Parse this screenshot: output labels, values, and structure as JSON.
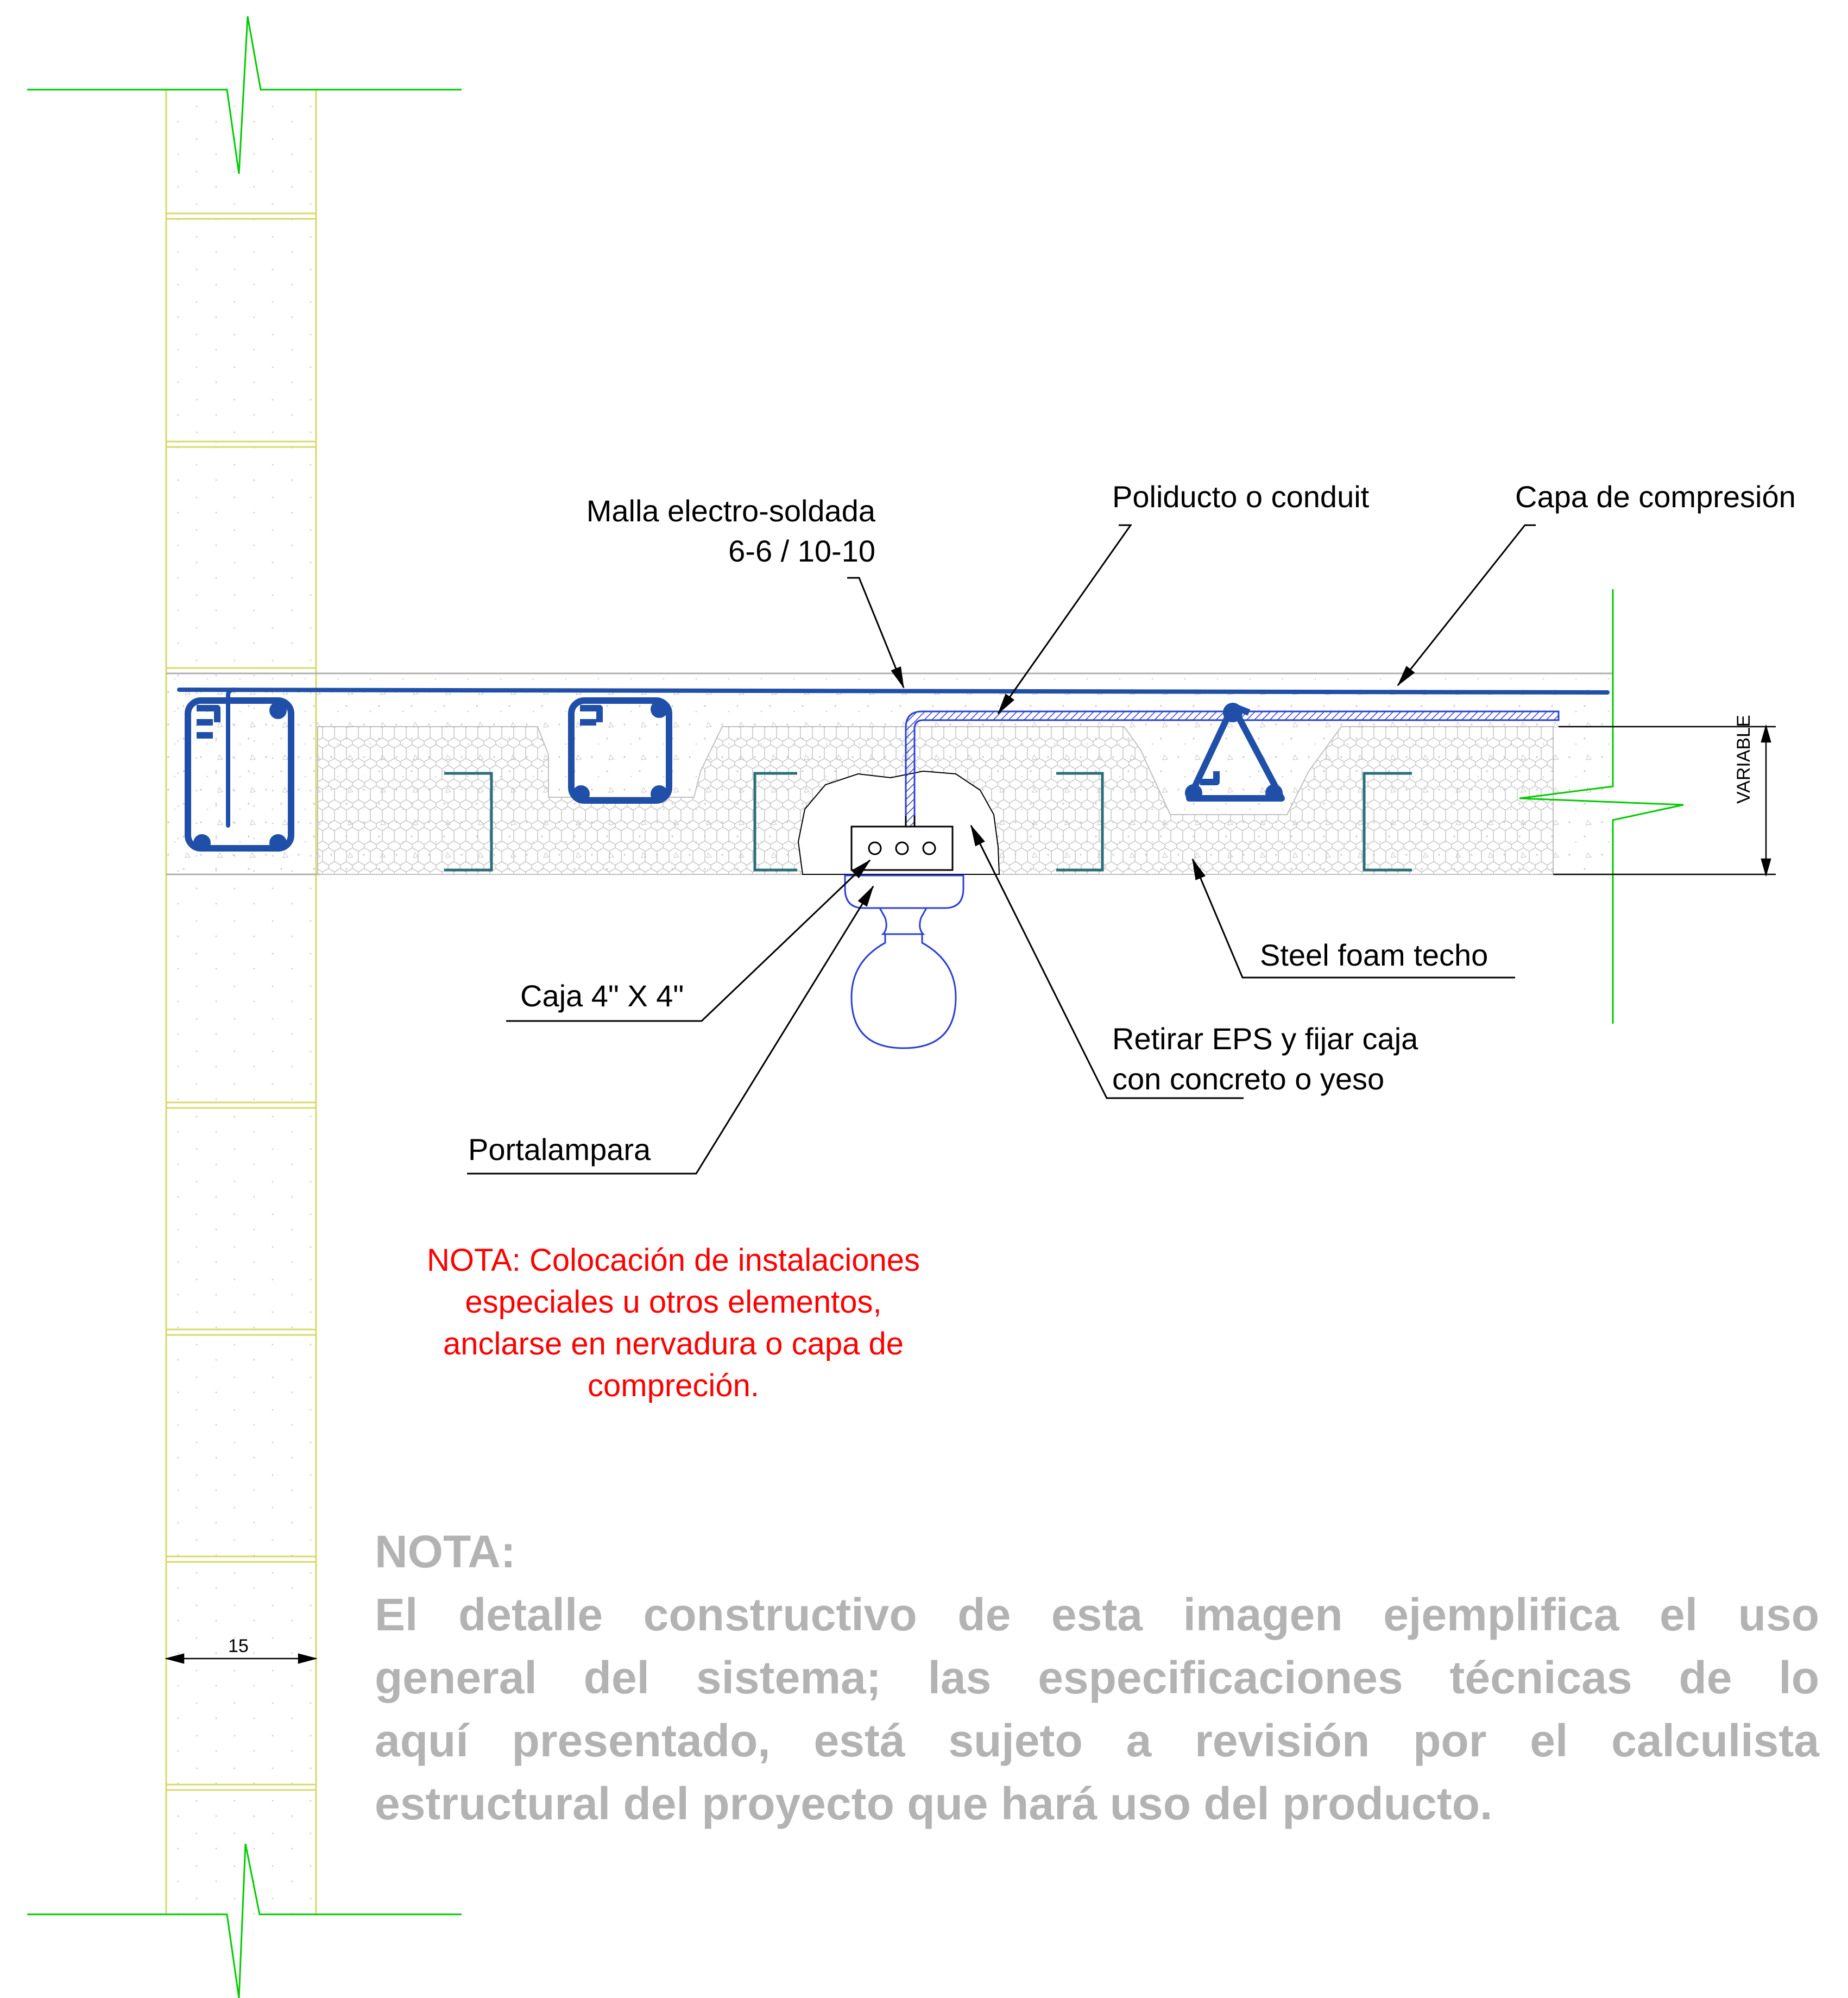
{
  "labels": {
    "malla_line1": "Malla electro-soldada",
    "malla_line2": "6-6 / 10-10",
    "poliducto": "Poliducto o conduit",
    "capa": "Capa de compresión",
    "variable": "VARIABLE",
    "steel_foam": "Steel foam techo",
    "caja": "Caja 4\" X 4\"",
    "retirar_line1": "Retirar EPS y fijar caja",
    "retirar_line2": "con concreto o yeso",
    "portalampara": "Portalampara",
    "wall_thickness": "15"
  },
  "note_red": {
    "lines": [
      "NOTA:  Colocación de instalaciones",
      "especiales u otros elementos,",
      "anclarse en nervadura o capa de",
      "compreción."
    ]
  },
  "disclaimer": {
    "title": "NOTA:",
    "lines": [
      "El detalle constructivo de esta imagen ejemplifica el uso",
      "general del sistema;  las especificaciones técnicas de lo",
      "aquí presentado, está sujeto a revisión por el calculista",
      "estructural  del proyecto que hará uso del producto."
    ]
  },
  "colors": {
    "rebar": "#1f4fa8",
    "conduit": "#2b3fd6",
    "break_lines": "#00cc00",
    "channel": "#2a6f78",
    "wall_joint": "#d8d86a",
    "note_red": "#ff0000",
    "disclaimer": "#b3b3b3"
  }
}
